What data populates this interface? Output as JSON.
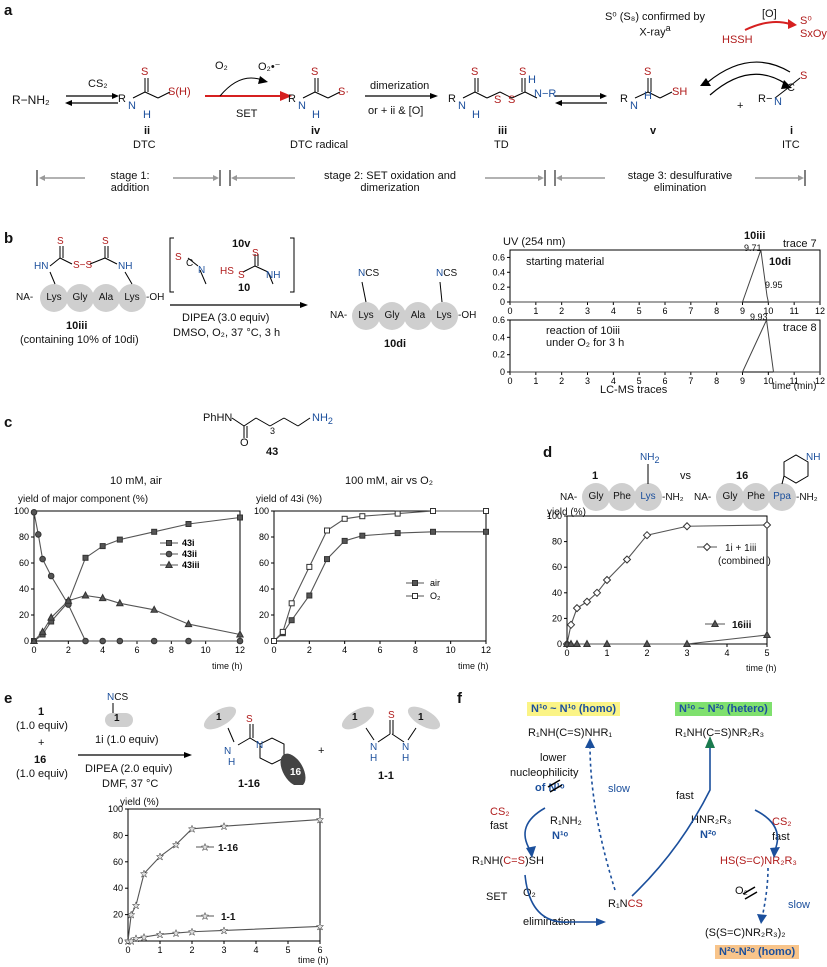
{
  "panels": {
    "a": "a",
    "b": "b",
    "c": "c",
    "d": "d",
    "e": "e",
    "f": "f"
  },
  "a": {
    "amine": "R−NH₂",
    "cs2": "CS₂",
    "o2": "O₂",
    "superoxide": "O₂•⁻",
    "set": "SET",
    "dimerization": "dimerization",
    "or_ii_o": "or + ii & [O]",
    "compounds": [
      {
        "id": "ii",
        "name": "DTC"
      },
      {
        "id": "iv",
        "name": "DTC radical"
      },
      {
        "id": "iii",
        "name": "TD"
      },
      {
        "id": "v",
        "name": ""
      },
      {
        "id": "i",
        "name": "ITC"
      }
    ],
    "s0_confirm": "S⁰ (S₈) confirmed by X-ray",
    "s0_sup": "a",
    "hssh": "HSSH",
    "ox": "[O]",
    "s0": "S⁰",
    "sxoy": "SxOy",
    "plus": "+",
    "stages": [
      "stage 1: addition",
      "stage 2: SET oxidation and dimerization",
      "stage 3: desulfurative elimination"
    ]
  },
  "b": {
    "sm_label": "10iii",
    "sm_note": "(containing 10% of 10di)",
    "bracket": [
      "10v",
      "10"
    ],
    "conditions": [
      "DIPEA (3.0 equiv)",
      "DMSO, O₂, 37 °C, 3 h"
    ],
    "product": "10di",
    "peptide": [
      "NA-",
      "Lys",
      "Gly",
      "Ala",
      "Lys",
      "-OH"
    ],
    "uv": "UV (254 nm)",
    "trace7": {
      "label": "starting material",
      "name": "trace 7",
      "peak1": "10iii",
      "peak1_rt": "9.71",
      "peak2": "10di",
      "peak2_rt": "9.95"
    },
    "trace8": {
      "label": "reaction of 10iii under O₂ for 3 h",
      "name": "trace 8",
      "peak_rt": "9.93"
    },
    "xaxis": "LC-MS traces",
    "time": "time (min)"
  },
  "c": {
    "compound": "43",
    "left_title": "10 mM, air",
    "left_ylabel": "yield of major component (%)",
    "right_title": "100 mM, air vs O₂",
    "right_ylabel": "yield of 43i (%)",
    "xlabel": "time (h)"
  },
  "d": {
    "cmp1": "1",
    "vs": "vs",
    "cmp16": "16",
    "pep1": [
      "NA-",
      "Gly",
      "Phe",
      "Lys",
      "-NH₂"
    ],
    "pep16": [
      "NA-",
      "Gly",
      "Phe",
      "Ppa",
      "-NH₂"
    ],
    "ylabel": "yield (%)",
    "xlabel": "time (h)",
    "legend_combined": "1i + 1iii",
    "legend_combined2": "(combined )"
  },
  "e": {
    "r1": "1",
    "r1_eq": "(1.0 equiv)",
    "plus": "+",
    "r16": "16",
    "r16_eq": "(1.0 equiv)",
    "reagent": "1i (1.0 equiv)",
    "conditions": [
      "DIPEA (2.0 equiv)",
      "DMF, 37 °C"
    ],
    "p1": "1-16",
    "p2": "1-1",
    "ylabel": "yield (%)",
    "xlabel": "time (h)"
  },
  "f": {
    "homo": "N¹ᵒ ~ N¹ᵒ (homo)",
    "hetero": "N¹ᵒ ~ N²ᵒ (hetero)",
    "homo_prod": "R₁NH(C=S)NHR₁",
    "hetero_prod": "R₁NH(C=S)NR₂R₃",
    "lower": [
      "lower",
      "nucleophilicity",
      "of N¹ᵒ"
    ],
    "slow": "slow",
    "fast": "fast",
    "cs2": "CS₂",
    "r1nh2": "R₁NH₂",
    "n1o": "N¹ᵒ",
    "dtc": "R₁NH(C=S)SH",
    "set": "SET",
    "o2": "O₂",
    "elimination": "elimination",
    "itc": "R₁NCS",
    "hnr2r3": "HNR₂R₃",
    "n2o": "N²ᵒ",
    "dtc2": "HS(S=C)NR₂R₃",
    "td2": "(S(S=C)NR₂R₃)₂",
    "n2o_homo": "N²ᵒ-N²ᵒ (homo)"
  },
  "chart_data": [
    {
      "type": "line",
      "panel": "b",
      "title": "trace 7",
      "x": [
        0,
        1,
        2,
        3,
        4,
        5,
        6,
        7,
        8,
        9,
        9.71,
        9.95,
        10,
        11,
        12
      ],
      "y": [
        0,
        0,
        0,
        0,
        0,
        0,
        0,
        0,
        0,
        0,
        0.72,
        0.08,
        0,
        0,
        0
      ],
      "xlim": [
        0,
        12
      ],
      "ylim": [
        0,
        0.7
      ],
      "xlabel": "time (min)"
    },
    {
      "type": "line",
      "panel": "b",
      "title": "trace 8",
      "x": [
        0,
        1,
        2,
        3,
        4,
        5,
        6,
        7,
        8,
        9,
        9.93,
        10.2,
        11,
        12
      ],
      "y": [
        0,
        0,
        0,
        0,
        0,
        0,
        0,
        0,
        0,
        0,
        0.65,
        0,
        0,
        0
      ],
      "xlim": [
        0,
        12
      ],
      "ylim": [
        0,
        0.6
      ],
      "xlabel": "time (min)"
    },
    {
      "type": "line",
      "panel": "c-left",
      "xlabel": "time (h)",
      "ylabel": "yield of major component (%)",
      "xlim": [
        0,
        12
      ],
      "ylim": [
        0,
        100
      ],
      "series": [
        {
          "name": "43i",
          "x": [
            0,
            0.5,
            1,
            2,
            3,
            4,
            5,
            7,
            9,
            12
          ],
          "y": [
            0,
            5,
            15,
            30,
            64,
            73,
            78,
            84,
            90,
            95
          ]
        },
        {
          "name": "43ii",
          "x": [
            0,
            0.25,
            0.5,
            1,
            2,
            3,
            4,
            5,
            7,
            9,
            12
          ],
          "y": [
            99,
            82,
            63,
            50,
            28,
            0,
            0,
            0,
            0,
            0,
            0
          ]
        },
        {
          "name": "43iii",
          "x": [
            0,
            0.5,
            1,
            2,
            3,
            4,
            5,
            7,
            9,
            12
          ],
          "y": [
            0,
            7,
            18,
            31,
            35,
            33,
            29,
            24,
            13,
            5
          ]
        }
      ]
    },
    {
      "type": "line",
      "panel": "c-right",
      "xlabel": "time (h)",
      "ylabel": "yield of 43i (%)",
      "xlim": [
        0,
        12
      ],
      "ylim": [
        0,
        100
      ],
      "series": [
        {
          "name": "air",
          "x": [
            0,
            0.5,
            1,
            2,
            3,
            4,
            5,
            7,
            9,
            12
          ],
          "y": [
            0,
            6,
            16,
            35,
            63,
            77,
            81,
            83,
            84,
            84
          ]
        },
        {
          "name": "O₂",
          "x": [
            0,
            0.5,
            1,
            2,
            3,
            4,
            5,
            7,
            9,
            12
          ],
          "y": [
            0,
            7,
            29,
            57,
            85,
            94,
            96,
            98,
            100,
            100
          ]
        }
      ]
    },
    {
      "type": "line",
      "panel": "d",
      "xlabel": "time (h)",
      "ylabel": "yield (%)",
      "xlim": [
        0,
        5
      ],
      "ylim": [
        0,
        100
      ],
      "series": [
        {
          "name": "1i + 1iii",
          "x": [
            0,
            0.1,
            0.25,
            0.5,
            0.75,
            1,
            1.5,
            2,
            3,
            5
          ],
          "y": [
            0,
            15,
            28,
            33,
            40,
            50,
            66,
            85,
            92,
            93
          ]
        },
        {
          "name": "16iii",
          "x": [
            0,
            0.1,
            0.25,
            0.5,
            1,
            2,
            3,
            5
          ],
          "y": [
            0,
            0,
            0,
            0,
            0,
            0,
            0,
            7
          ]
        }
      ]
    },
    {
      "type": "line",
      "panel": "e",
      "xlabel": "time (h)",
      "ylabel": "yield (%)",
      "xlim": [
        0,
        6
      ],
      "ylim": [
        0,
        100
      ],
      "series": [
        {
          "name": "1-16",
          "x": [
            0,
            0.1,
            0.25,
            0.5,
            1,
            1.5,
            2,
            3,
            6
          ],
          "y": [
            0,
            20,
            27,
            51,
            64,
            73,
            85,
            87,
            92
          ]
        },
        {
          "name": "1-1",
          "x": [
            0,
            0.1,
            0.25,
            0.5,
            1,
            1.5,
            2,
            3,
            6
          ],
          "y": [
            0,
            0,
            2,
            3,
            5,
            6,
            7,
            8,
            11
          ]
        }
      ]
    }
  ]
}
